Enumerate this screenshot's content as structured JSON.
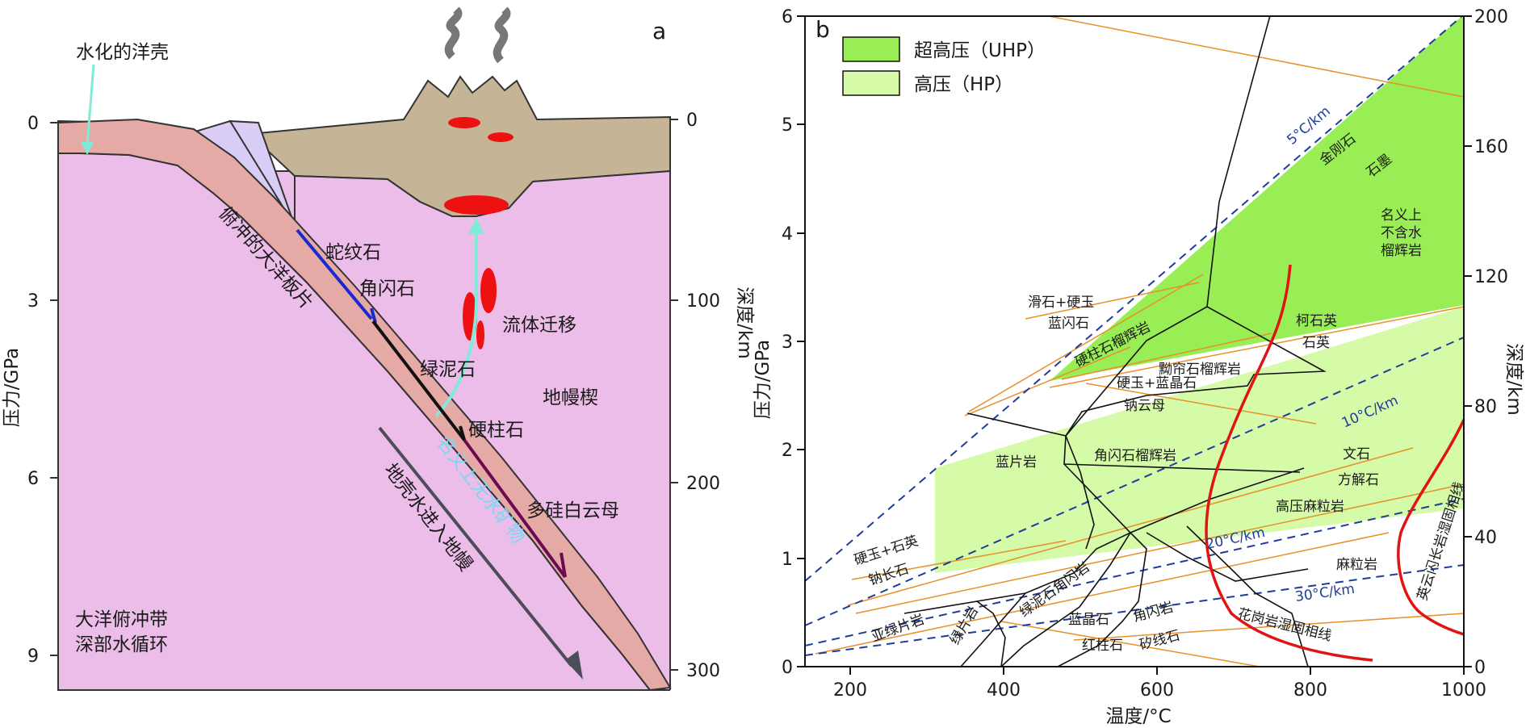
{
  "panel_a": {
    "letter": "a",
    "hydrated_crust": "水化的洋壳",
    "slab": "俯冲的大洋板片",
    "minerals": [
      "蛇纹石",
      "角闪石",
      "绿泥石",
      "硬柱石",
      "多硅白云母"
    ],
    "fluid_migration": "流体迁移",
    "mantle_wedge": "地幔楔",
    "nominally_anhydrous": "名义上无水矿物",
    "crust_water": "地壳水进入地幔",
    "bottom_line1": "大洋俯冲带",
    "bottom_line2": "深部水循环",
    "pressure_ticks": [
      "0",
      "3",
      "6",
      "9"
    ],
    "depth_ticks": [
      "0",
      "100",
      "200",
      "300"
    ],
    "ylabel_left": "压力/GPa",
    "ylabel_right": "深度/km"
  },
  "panel_b": {
    "letter": "b",
    "legend": [
      {
        "label": "超高压（UHP）",
        "color": "#99ee55"
      },
      {
        "label": "高压（HP）",
        "color": "#d5fba8"
      }
    ],
    "x_ticks": [
      "200",
      "400",
      "600",
      "800",
      "1000"
    ],
    "y_ticks": [
      "0",
      "1",
      "2",
      "3",
      "4",
      "5",
      "6"
    ],
    "depth_ticks": [
      "0",
      "40",
      "80",
      "120",
      "160",
      "200"
    ],
    "xlabel": "温度/°C",
    "ylabel": "压力/GPa",
    "ylabel_right": "深度/km",
    "gradients": [
      "5°C/km",
      "10°C/km",
      "20°C/km",
      "30°C/km"
    ],
    "facies": {
      "coesite": "柯石英",
      "quartz": "石英",
      "diamond": "金刚石",
      "graphite": "石墨",
      "nominal_1": "名义上",
      "nominal_2": "不含水",
      "nominal_3": "榴辉岩",
      "talc_jadeite": "滑石+硬玉",
      "glaucophane": "蓝闪石",
      "lawsonite_eclogite": "硬柱石榴辉岩",
      "epidote_eclogite": "黝帘石榴辉岩",
      "jadeite_glauc": "硬玉+蓝晶石",
      "paragonite": "钠云母",
      "blueschist": "蓝片岩",
      "amph_eclogite": "角闪石榴辉岩",
      "aragonite": "文石",
      "calcite": "方解石",
      "hp_granulite": "高压麻粒岩",
      "jadeite_quartz": "硬玉+石英",
      "albite": "钠长石",
      "subgreenschist": "亚绿片岩",
      "greenschist": "绿片岩",
      "epi_amphibolite": "绿泥石角闪岩",
      "amphibolite": "角闪岩",
      "granulite": "麻粒岩",
      "kyanite": "蓝晶石",
      "sillimanite": "矽线石",
      "andalusite": "红柱石",
      "granite_solidus": "花岗岩湿固相线",
      "tonalite_solidus": "英云闪长岩湿固相线"
    }
  }
}
